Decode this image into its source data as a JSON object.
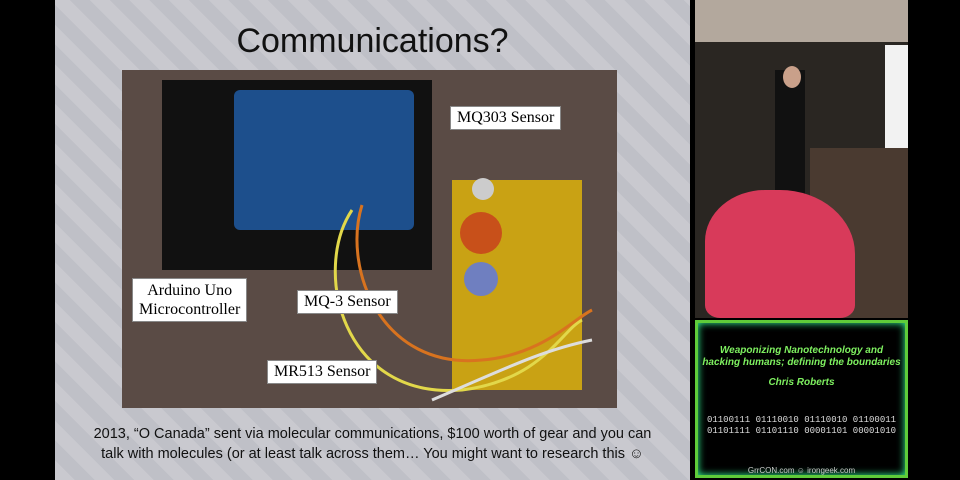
{
  "slide": {
    "title": "Communications?",
    "labels": {
      "mq303": "MQ303 Sensor",
      "arduino_line1": "Arduino Uno",
      "arduino_line2": "Microcontroller",
      "mq3": "MQ-3 Sensor",
      "mr513": "MR513 Sensor"
    },
    "caption_line1": "2013, “O Canada” sent via molecular communications, $100 worth of gear and you can",
    "caption_line2": "talk with molecules (or at least talk across them… You might want to research this ☺"
  },
  "talk_panel": {
    "title_line1": "Weaponizing Nanotechnology and",
    "title_line2": "hacking humans; defining the boundaries",
    "speaker": "Chris Roberts",
    "binary_line1": "01100111 01110010 01110010 01100011",
    "binary_line2": "01101111 01101110 00001101 00001010",
    "footer": "GrrCON.com ☺ irongeek.com"
  }
}
